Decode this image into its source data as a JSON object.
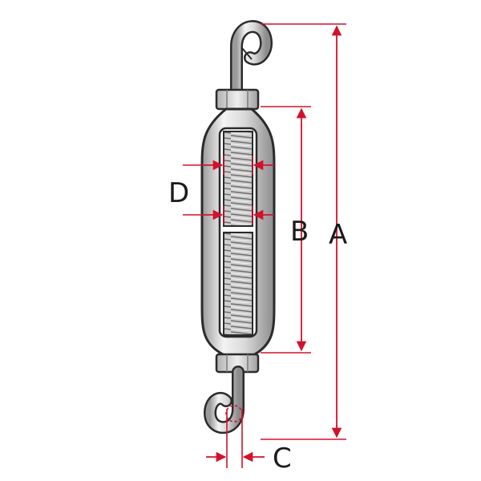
{
  "diagram": {
    "labels": {
      "a": "A",
      "b": "B",
      "c": "C",
      "d": "D"
    },
    "colors": {
      "dimension": "#d4112a",
      "outline": "#2b2b2b",
      "metal_light": "#f2f2f2",
      "metal_mid": "#c8c8c8",
      "metal_dark": "#8a8a8a",
      "thread": "#6e6e6e"
    }
  }
}
